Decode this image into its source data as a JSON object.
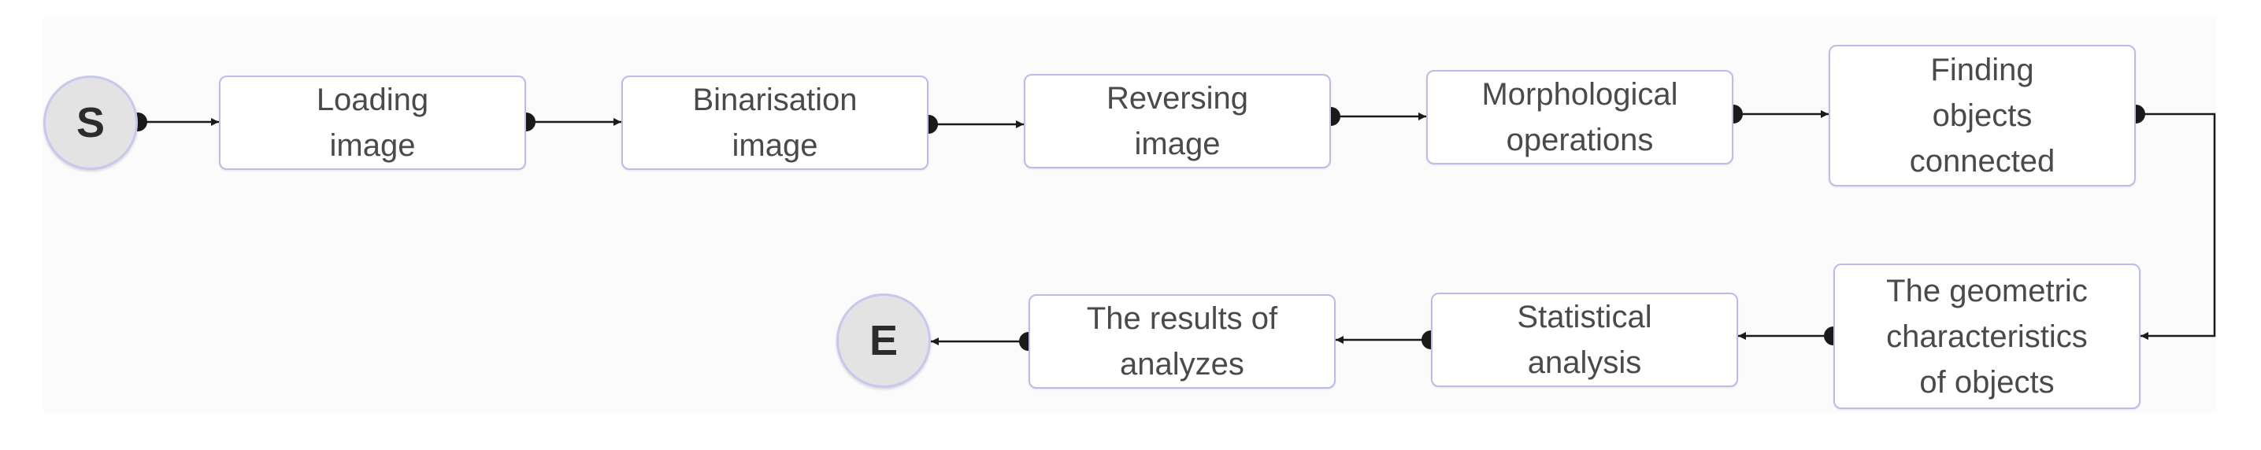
{
  "diagram": {
    "start_label": "S",
    "end_label": "E",
    "steps": [
      {
        "id": "loading",
        "label": "Loading\nimage"
      },
      {
        "id": "binarisation",
        "label": "Binarisation\nimage"
      },
      {
        "id": "reversing",
        "label": "Reversing\nimage"
      },
      {
        "id": "morphological",
        "label": "Morphological\noperations"
      },
      {
        "id": "finding",
        "label": "Finding\nobjects\nconnected"
      },
      {
        "id": "geometric",
        "label": "The geometric\ncharacteristics\nof objects"
      },
      {
        "id": "statistical",
        "label": "Statistical\nanalysis"
      },
      {
        "id": "results",
        "label": "The results of\nanalyzes"
      }
    ],
    "edges": [
      [
        "start",
        "loading"
      ],
      [
        "loading",
        "binarisation"
      ],
      [
        "binarisation",
        "reversing"
      ],
      [
        "reversing",
        "morphological"
      ],
      [
        "morphological",
        "finding"
      ],
      [
        "finding",
        "geometric"
      ],
      [
        "geometric",
        "statistical"
      ],
      [
        "statistical",
        "results"
      ],
      [
        "results",
        "end"
      ]
    ],
    "colors": {
      "node_border": "#b9bde8",
      "node_text": "#4a4a4a",
      "terminal_fill": "#e3e3e3",
      "connector": "#1a1a1a"
    }
  }
}
